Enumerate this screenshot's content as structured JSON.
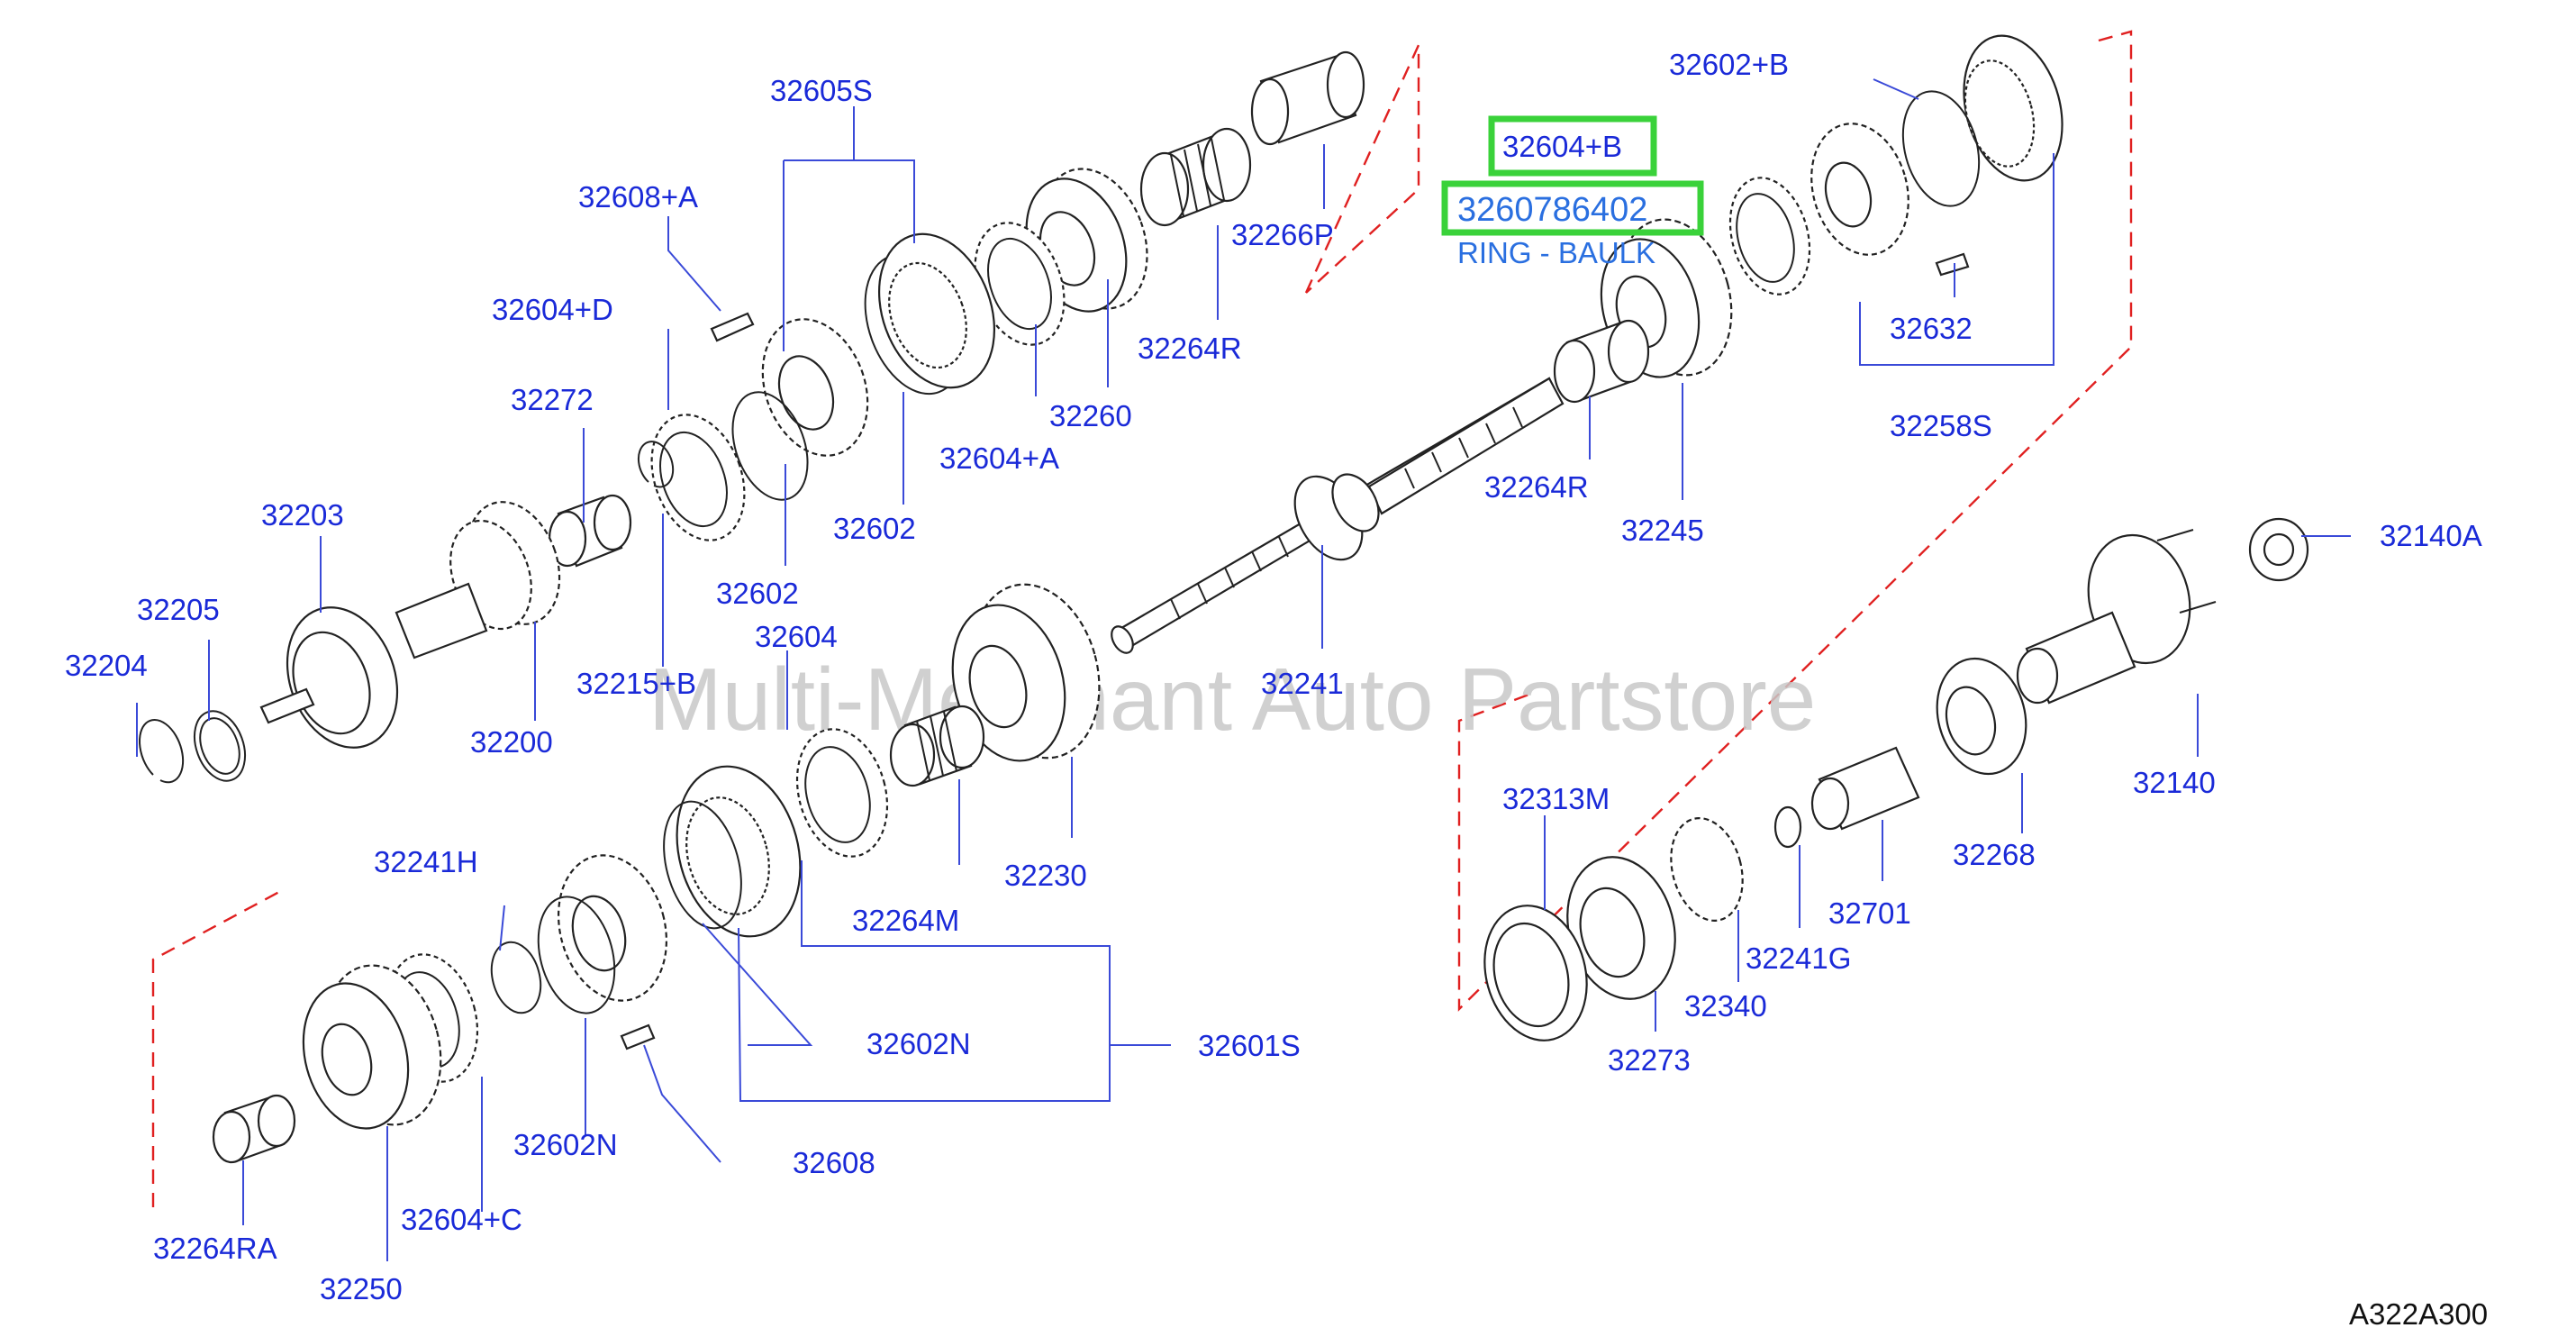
{
  "watermark": "Multi-Merchant Auto Partstore",
  "figure_code": "A322A300",
  "highlight": {
    "part_primary": "32604+B",
    "part_secondary": "3260786402",
    "description": "RING - BAULK",
    "color": "#3ad23a"
  },
  "labels": {
    "p32605S": "32605S",
    "p32608A": "32608+A",
    "p32604D": "32604+D",
    "p32272": "32272",
    "p32203": "32203",
    "p32205": "32205",
    "p32204": "32204",
    "p32200": "32200",
    "p32215B": "32215+B",
    "p32602a": "32602",
    "p32602b": "32602",
    "p32604A": "32604+A",
    "p32260": "32260",
    "p32264R_top": "32264R",
    "p32266P": "32266P",
    "p32602B": "32602+B",
    "p32632": "32632",
    "p32258S": "32258S",
    "p32264R_mid": "32264R",
    "p32245": "32245",
    "p32604": "32604",
    "p32241": "32241",
    "p32230": "32230",
    "p32264M": "32264M",
    "p32241H": "32241H",
    "p32602N_a": "32602N",
    "p32601S": "32601S",
    "p32602N_b": "32602N",
    "p32608": "32608",
    "p32604C": "32604+C",
    "p32264RA": "32264RA",
    "p32250": "32250",
    "p32140A": "32140A",
    "p32140": "32140",
    "p32268": "32268",
    "p32313M": "32313M",
    "p32701": "32701",
    "p32241G": "32241G",
    "p32340": "32340",
    "p32273": "32273"
  },
  "colors": {
    "label": "#1a2ad8",
    "leader": "#3a4ad8",
    "section_border": "#e02020",
    "outline": "#222222"
  }
}
